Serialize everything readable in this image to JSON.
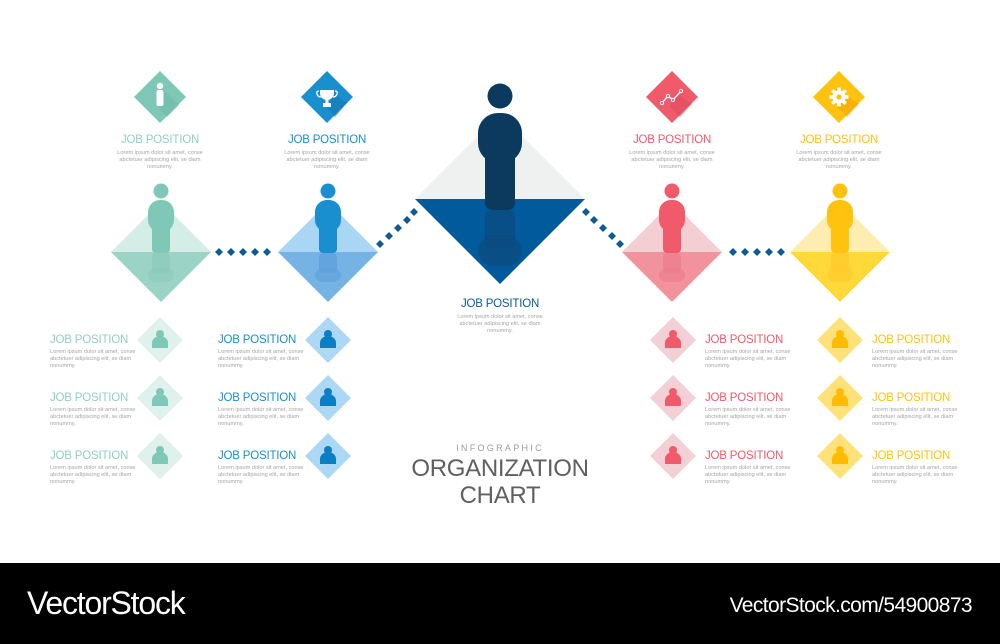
{
  "infographic": {
    "kicker": "INFOGRAPHIC",
    "title_line1": "ORGANIZATION",
    "title_line2": "CHART"
  },
  "colors": {
    "teal": "#7fc8b7",
    "blue": "#1a8fd0",
    "navy": "#0b3a5e",
    "navy_diamond": "#005a9b",
    "red": "#f05a6b",
    "yellow": "#ffc20e",
    "connector": "#0d5a96"
  },
  "ceo": {
    "title": "JOB POSITION",
    "desc_line1": "Lorem ipsum dolor sit amet, conse",
    "desc_line2": "abctetuer adipiscing elit, se diam",
    "desc_line3": "nonummy."
  },
  "columns": [
    {
      "key": "teal",
      "icon": "person-icon",
      "title": "JOB POSITION",
      "desc_line1": "Lorem ipsum dolor sit amet, conse",
      "desc_line2": "abctetuer adipiscing elit, se diam",
      "desc_line3": "nonummy.",
      "subs": [
        {
          "title": "JOB POSITION",
          "l1": "Lorem ipsum dolor sit amet, conse",
          "l2": "abctetuer adipiscing elit, se diam",
          "l3": "nonummy."
        },
        {
          "title": "JOB POSITION",
          "l1": "Lorem ipsum dolor sit amet, conse",
          "l2": "abctetuer adipiscing elit, se diam",
          "l3": "nonummy."
        },
        {
          "title": "JOB POSITION",
          "l1": "Lorem ipsum dolor sit amet, conse",
          "l2": "abctetuer adipiscing elit, se diam",
          "l3": "nonummy."
        }
      ]
    },
    {
      "key": "blue",
      "icon": "trophy-icon",
      "title": "JOB POSITION",
      "desc_line1": "Lorem ipsum dolor sit amet, conse",
      "desc_line2": "abctetuer adipiscing elit, se diam",
      "desc_line3": "nonummy.",
      "subs": [
        {
          "title": "JOB POSITION",
          "l1": "Lorem ipsum dolor sit amet, conse",
          "l2": "abctetuer adipiscing elit, se diam",
          "l3": "nonummy."
        },
        {
          "title": "JOB POSITION",
          "l1": "Lorem ipsum dolor sit amet, conse",
          "l2": "abctetuer adipiscing elit, se diam",
          "l3": "nonummy."
        },
        {
          "title": "JOB POSITION",
          "l1": "Lorem ipsum dolor sit amet, conse",
          "l2": "abctetuer adipiscing elit, se diam",
          "l3": "nonummy."
        }
      ]
    },
    {
      "key": "red",
      "icon": "line-chart-icon",
      "title": "JOB POSITION",
      "desc_line1": "Lorem ipsum dolor sit amet, conse",
      "desc_line2": "abctetuer adipiscing elit, se diam",
      "desc_line3": "nonummy.",
      "subs": [
        {
          "title": "JOB POSITION",
          "l1": "Lorem ipsum dolor sit amet, conse",
          "l2": "abctetuer adipiscing elit, se diam",
          "l3": "nonummy."
        },
        {
          "title": "JOB POSITION",
          "l1": "Lorem ipsum dolor sit amet, conse",
          "l2": "abctetuer adipiscing elit, se diam",
          "l3": "nonummy."
        },
        {
          "title": "JOB POSITION",
          "l1": "Lorem ipsum dolor sit amet, conse",
          "l2": "abctetuer adipiscing elit, se diam",
          "l3": "nonummy."
        }
      ]
    },
    {
      "key": "yellow",
      "icon": "gear-icon",
      "title": "JOB POSITION",
      "desc_line1": "Lorem ipsum dolor sit amet, conse",
      "desc_line2": "abctetuer adipiscing elit, se diam",
      "desc_line3": "nonummy.",
      "subs": [
        {
          "title": "JOB POSITION",
          "l1": "Lorem ipsum dolor sit amet, conse",
          "l2": "abctetuer adipiscing elit, se diam",
          "l3": "nonummy."
        },
        {
          "title": "JOB POSITION",
          "l1": "Lorem ipsum dolor sit amet, conse",
          "l2": "abctetuer adipiscing elit, se diam",
          "l3": "nonummy."
        },
        {
          "title": "JOB POSITION",
          "l1": "Lorem ipsum dolor sit amet, conse",
          "l2": "abctetuer adipiscing elit, se diam",
          "l3": "nonummy."
        }
      ]
    }
  ],
  "footer": {
    "brand": "VectorStock",
    "reference": "VectorStock.com/54900873"
  }
}
